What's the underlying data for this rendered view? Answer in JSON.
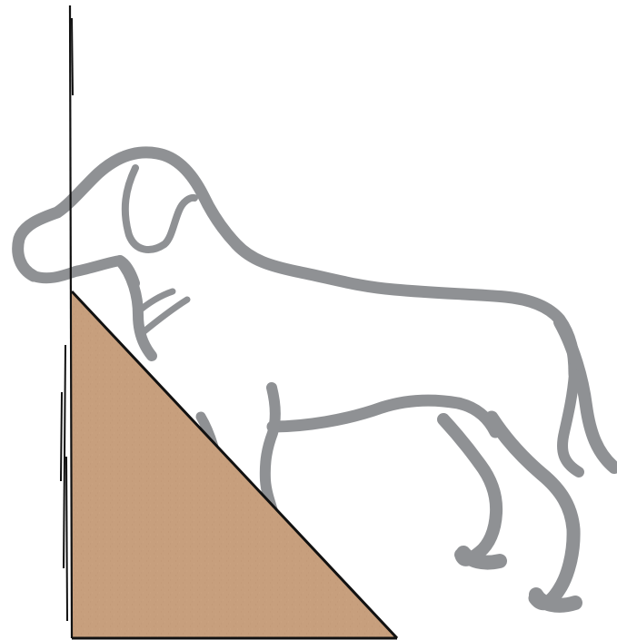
{
  "illustration": {
    "colors": {
      "background": "#ffffff",
      "dog_outline": "#8f9194",
      "ramp_fill": "#c79f7d",
      "ramp_edge": "#111111",
      "wall_line": "#111111"
    },
    "elements": [
      "wall",
      "wood-ramp",
      "dog-outline"
    ]
  }
}
